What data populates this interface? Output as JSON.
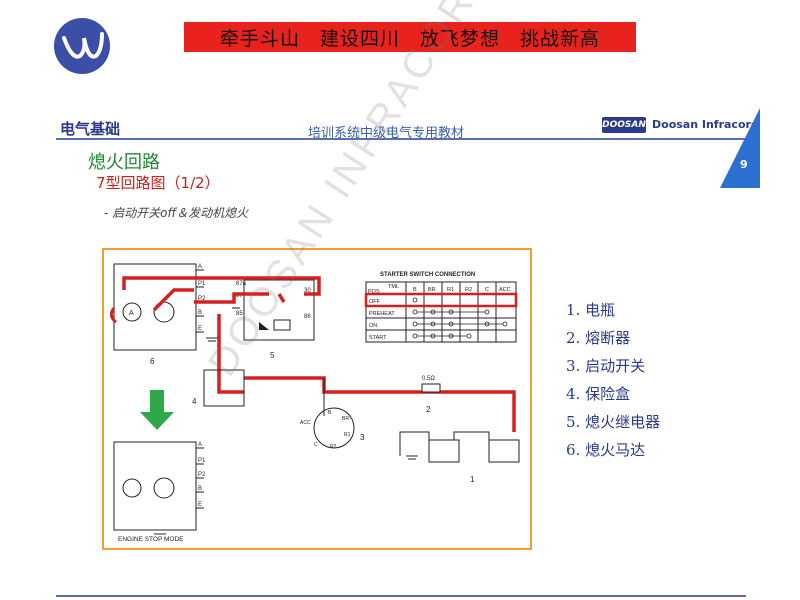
{
  "banner": {
    "text": "牵手斗山　建设四川　放飞梦想　挑战新高"
  },
  "header": {
    "section": "电气基础",
    "subtitle": "培训系统中级电气专用教材",
    "brand_badge": "DOOSAN",
    "brand_text": "Doosan Infracore",
    "page_number": "9"
  },
  "content": {
    "heading": "熄火回路",
    "subheading": "7型回路图（1/2）",
    "note": "- 启动开关off＆发动机熄火"
  },
  "diagram": {
    "motor_terminals": [
      "A",
      "P1",
      "P2",
      "B",
      "E"
    ],
    "motor_label": "6",
    "relay_terminals": [
      "87a",
      "30",
      "85",
      "86",
      "87"
    ],
    "relay_label": "5",
    "fuse_box_label": "4",
    "fuse_label": "2",
    "fuse_value": "0.5Ω",
    "switch_label": "3",
    "switch_terminals": [
      "ACC",
      "B",
      "BR",
      "R1",
      "R2",
      "C"
    ],
    "battery_label": "1",
    "engine_stop_label": "ENGINE STOP MODE",
    "bottom_motor_terminals": [
      "A",
      "P1",
      "P2",
      "B",
      "E"
    ],
    "switch_table": {
      "title": "STARTER SWITCH CONNECTION",
      "corner_top": "TML",
      "corner_bottom": "POS",
      "columns": [
        "B",
        "BR",
        "R1",
        "R2",
        "C",
        "ACC"
      ],
      "rows": [
        "OFF",
        "PREHEAT",
        "ON",
        "START"
      ]
    },
    "colors": {
      "circuit": "#d62020",
      "frame": "#f0a030",
      "arrow": "#2ea84a",
      "line": "#222222"
    }
  },
  "legend": {
    "items": [
      "1. 电瓶",
      "2. 熔断器",
      "3. 启动开关",
      "4. 保险盒",
      "5. 熄火继电器",
      "6. 熄火马达"
    ]
  },
  "watermark": "DOOSAN INFRACORE"
}
